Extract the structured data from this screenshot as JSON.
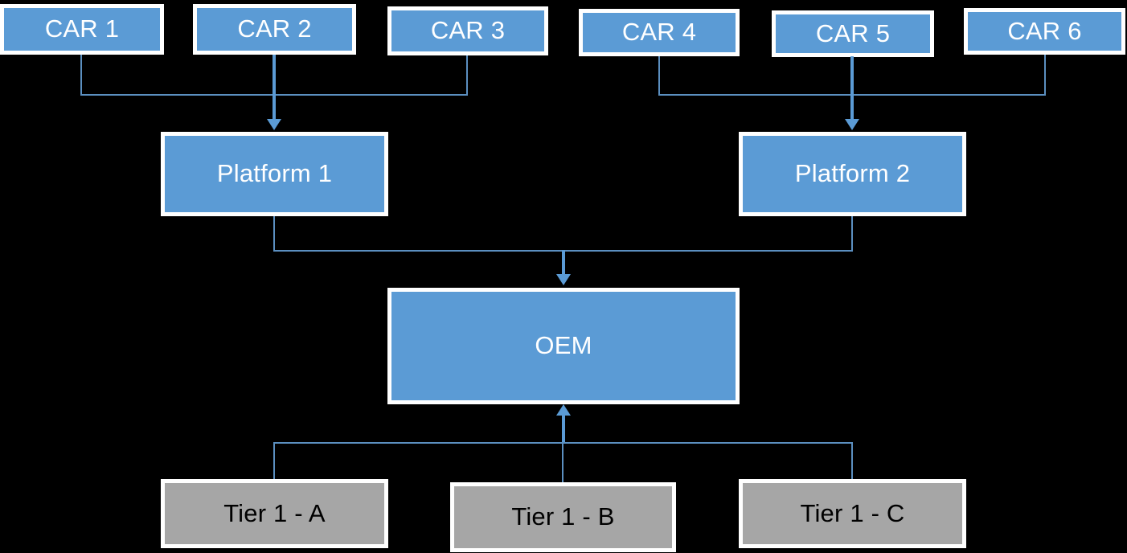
{
  "diagram": {
    "background_color": "#000000",
    "node_fill_blue": "#5B9BD5",
    "node_fill_gray": "#A6A6A6",
    "node_border_color": "#FFFFFF",
    "connector_color": "#5B8FC0",
    "arrow_color": "#5B9BD5",
    "cars": [
      {
        "label": "CAR 1"
      },
      {
        "label": "CAR 2"
      },
      {
        "label": "CAR 3"
      },
      {
        "label": "CAR 4"
      },
      {
        "label": "CAR 5"
      },
      {
        "label": "CAR 6"
      }
    ],
    "platforms": [
      {
        "label": "Platform 1"
      },
      {
        "label": "Platform 2"
      }
    ],
    "oem": {
      "label": "OEM"
    },
    "tiers": [
      {
        "label": "Tier 1 - A"
      },
      {
        "label": "Tier 1 - B"
      },
      {
        "label": "Tier 1 - C"
      }
    ]
  }
}
